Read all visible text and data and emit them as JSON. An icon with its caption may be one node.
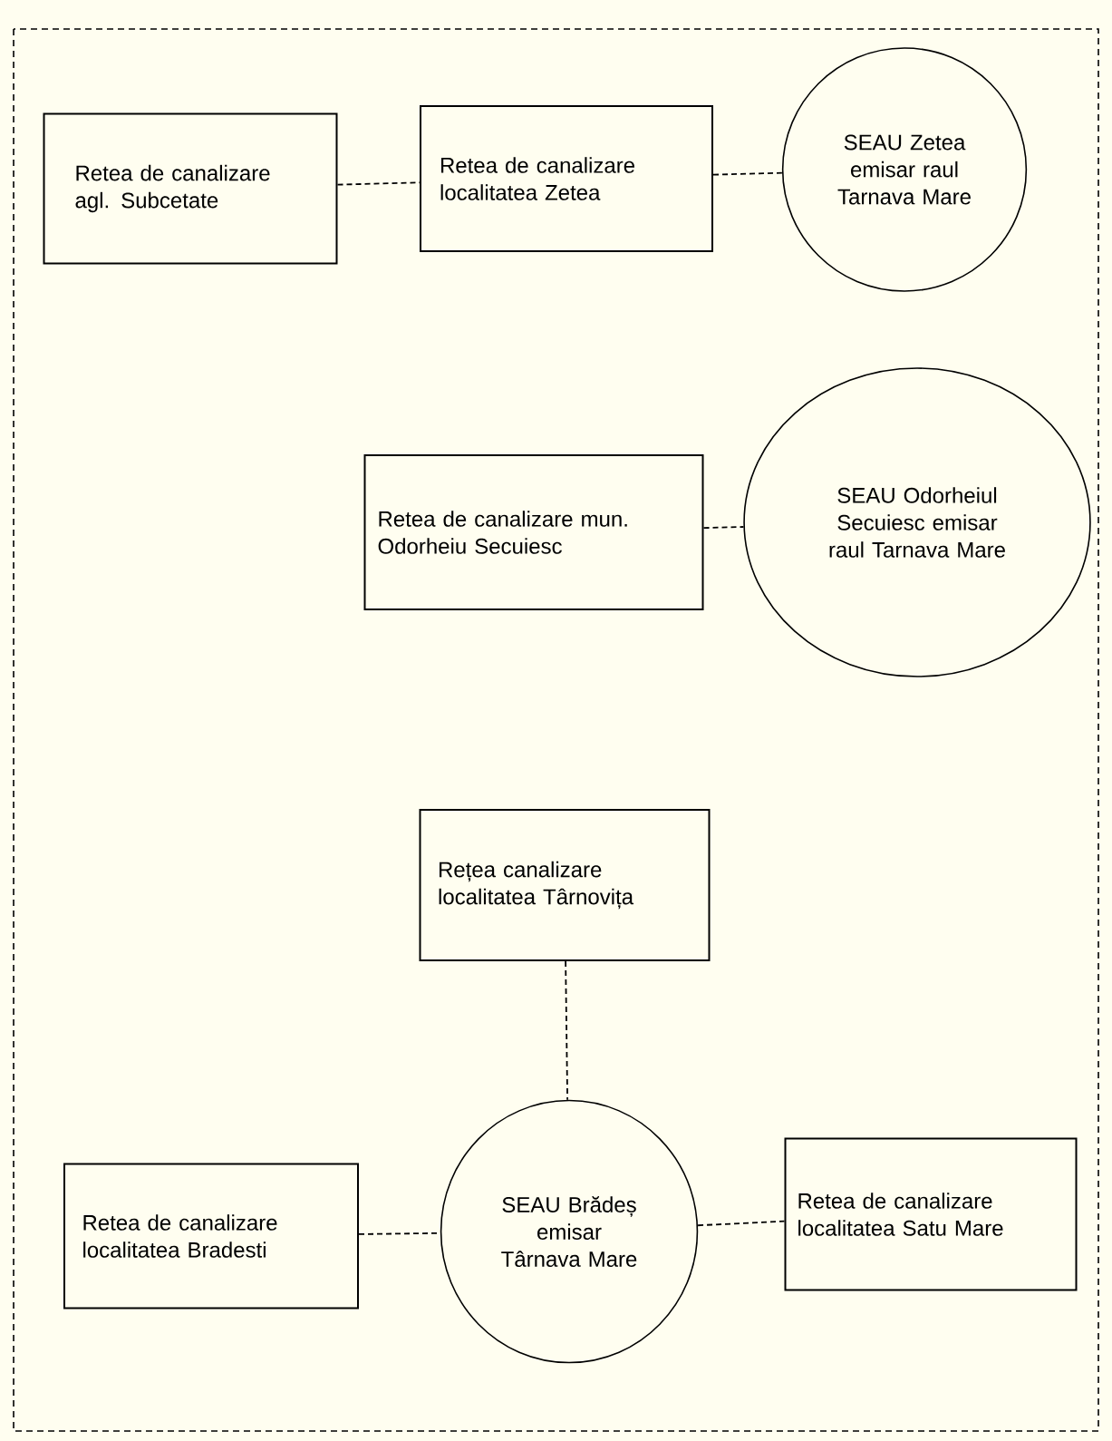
{
  "diagram": {
    "nodes": [
      {
        "text": [
          "Retea de canalizare agl. Subcetate"
        ]
      },
      {
        "text": [
          "Retea de canalizare localitatea Zetea"
        ]
      },
      {
        "text": [
          "SEAU Zetea emisar raul Tarnava Mare"
        ]
      },
      {
        "text": [
          "Retea de canalizare mun. Odorheiu Secuiesc"
        ]
      },
      {
        "text": [
          "SEAU Odorheiul Secuiesc emisar raul Tarnava Mare"
        ]
      },
      {
        "text": [
          "Rețea canalizare localitatea Târnovița"
        ]
      },
      {
        "text": [
          "SEAU Brădeș emisar Târnava Mare"
        ]
      },
      {
        "text": [
          "Retea de canalizare localitatea Bradesti"
        ]
      },
      {
        "text": [
          "Retea de canalizare localitatea Satu Mare"
        ]
      }
    ],
    "edges": [
      {
        "from": 0,
        "to": 1,
        "arrow": "none",
        "style": "dashed"
      },
      {
        "from": 1,
        "to": 2,
        "arrow": "none",
        "style": "dashed"
      },
      {
        "from": 3,
        "to": 4,
        "arrow": "none",
        "style": "dashed"
      },
      {
        "from": 5,
        "to": 6,
        "arrow": "none",
        "style": "dashed"
      },
      {
        "from": 7,
        "to": 6,
        "arrow": "none",
        "style": "dashed"
      },
      {
        "from": 6,
        "to": 8,
        "arrow": "none",
        "style": "dashed"
      }
    ]
  }
}
